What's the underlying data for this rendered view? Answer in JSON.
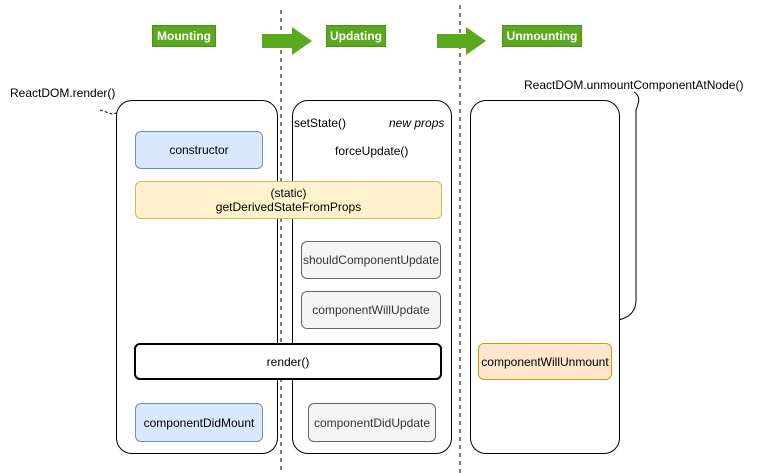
{
  "phases": {
    "mounting": "Mounting",
    "updating": "Updating",
    "unmounting": "Unmounting"
  },
  "triggers": {
    "render_call": "ReactDOM.render()",
    "set_state": "setState()",
    "new_props": "new props",
    "force_update": "forceUpdate()",
    "unmount_call": "ReactDOM.unmountComponentAtNode()"
  },
  "methods": {
    "constructor": "constructor",
    "gdsfp_static": "(static)",
    "gdsfp_name": "getDerivedStateFromProps",
    "should_update": "shouldComponentUpdate",
    "will_update": "componentWillUpdate",
    "render": "render()",
    "did_mount": "componentDidMount",
    "did_update": "componentDidUpdate",
    "will_unmount": "componentWillUnmount"
  },
  "colors": {
    "phase_green": "#5aa81e",
    "mount_blue": "#dae8fc",
    "derived_yellow": "#fff2cc",
    "update_grey": "#f5f5f5",
    "unmount_orange": "#ffe6cc"
  }
}
